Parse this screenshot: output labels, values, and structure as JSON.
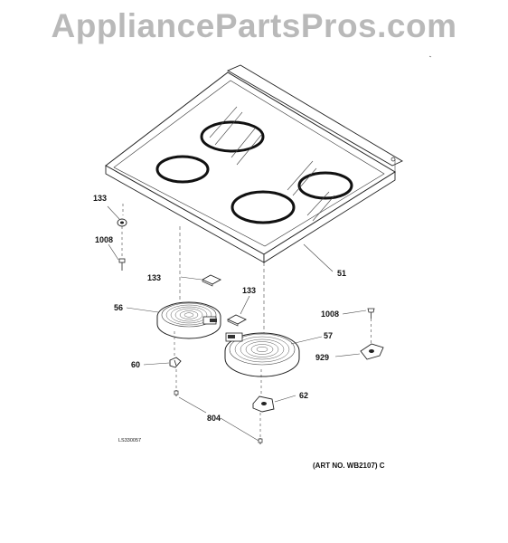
{
  "watermark": "AppliancePartsPros.com",
  "parts": {
    "p133a": "133",
    "p1008a": "1008",
    "p133b": "133",
    "p133c": "133",
    "p56": "56",
    "p51": "51",
    "p1008b": "1008",
    "p57": "57",
    "p929": "929",
    "p60": "60",
    "p62": "62",
    "p804": "804"
  },
  "drawing_code": "LS330057",
  "art_number": "(ART NO. WB2107) C"
}
